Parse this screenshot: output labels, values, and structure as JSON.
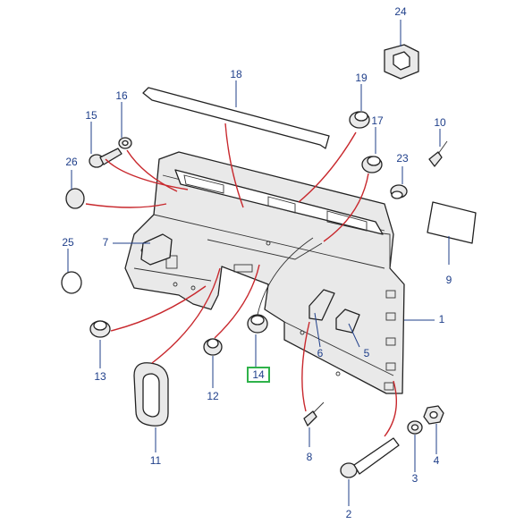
{
  "diagram": {
    "callouts": {
      "c1": "1",
      "c2": "2",
      "c3": "3",
      "c4": "4",
      "c5": "5",
      "c6": "6",
      "c7": "7",
      "c8": "8",
      "c9": "9",
      "c10": "10",
      "c11": "11",
      "c12": "12",
      "c13": "13",
      "c14": "14",
      "c15": "15",
      "c16": "16",
      "c17": "17",
      "c18": "18",
      "c19": "19",
      "c23": "23",
      "c24": "24",
      "c25": "25",
      "c26": "26"
    },
    "highlighted_callout": "14",
    "colors": {
      "leader_red": "#c8282d",
      "leader_blue": "#1f3f8a",
      "highlight": "#2fb24a"
    }
  }
}
